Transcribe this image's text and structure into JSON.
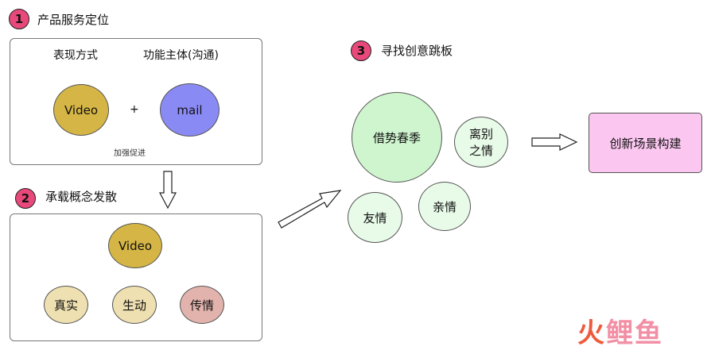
{
  "steps": [
    {
      "number": "1",
      "title": "产品服务定位"
    },
    {
      "number": "2",
      "title": "承载概念发散"
    },
    {
      "number": "3",
      "title": "寻找创意跳板"
    }
  ],
  "panel1": {
    "header_left": "表现方式",
    "header_right": "功能主体(沟通)",
    "node_left": "Video",
    "plus": "+",
    "node_right": "mail",
    "link_label": "加强促进"
  },
  "panel2": {
    "root": "Video",
    "children": [
      "真实",
      "生动",
      "传情"
    ]
  },
  "springboard": {
    "main": "借势春季",
    "nodes": [
      "离别之情",
      "亲情",
      "友情"
    ],
    "result": "创新场景构建"
  },
  "watermark": {
    "brand_part1": "火",
    "brand_part2": "鲤鱼"
  },
  "colors": {
    "badge": "#e8487a",
    "video": "#d4b545",
    "mail": "#8a8af5",
    "child_real": "#eee0b0",
    "child_vivid": "#eee0b0",
    "child_love": "#e2b3ad",
    "main_circle": "#cff5cf",
    "small_circles": "#e8fae8",
    "result_box": "#fbc7f0",
    "logo_red": "#f05a3c",
    "logo_pink": "#f28fa5"
  }
}
